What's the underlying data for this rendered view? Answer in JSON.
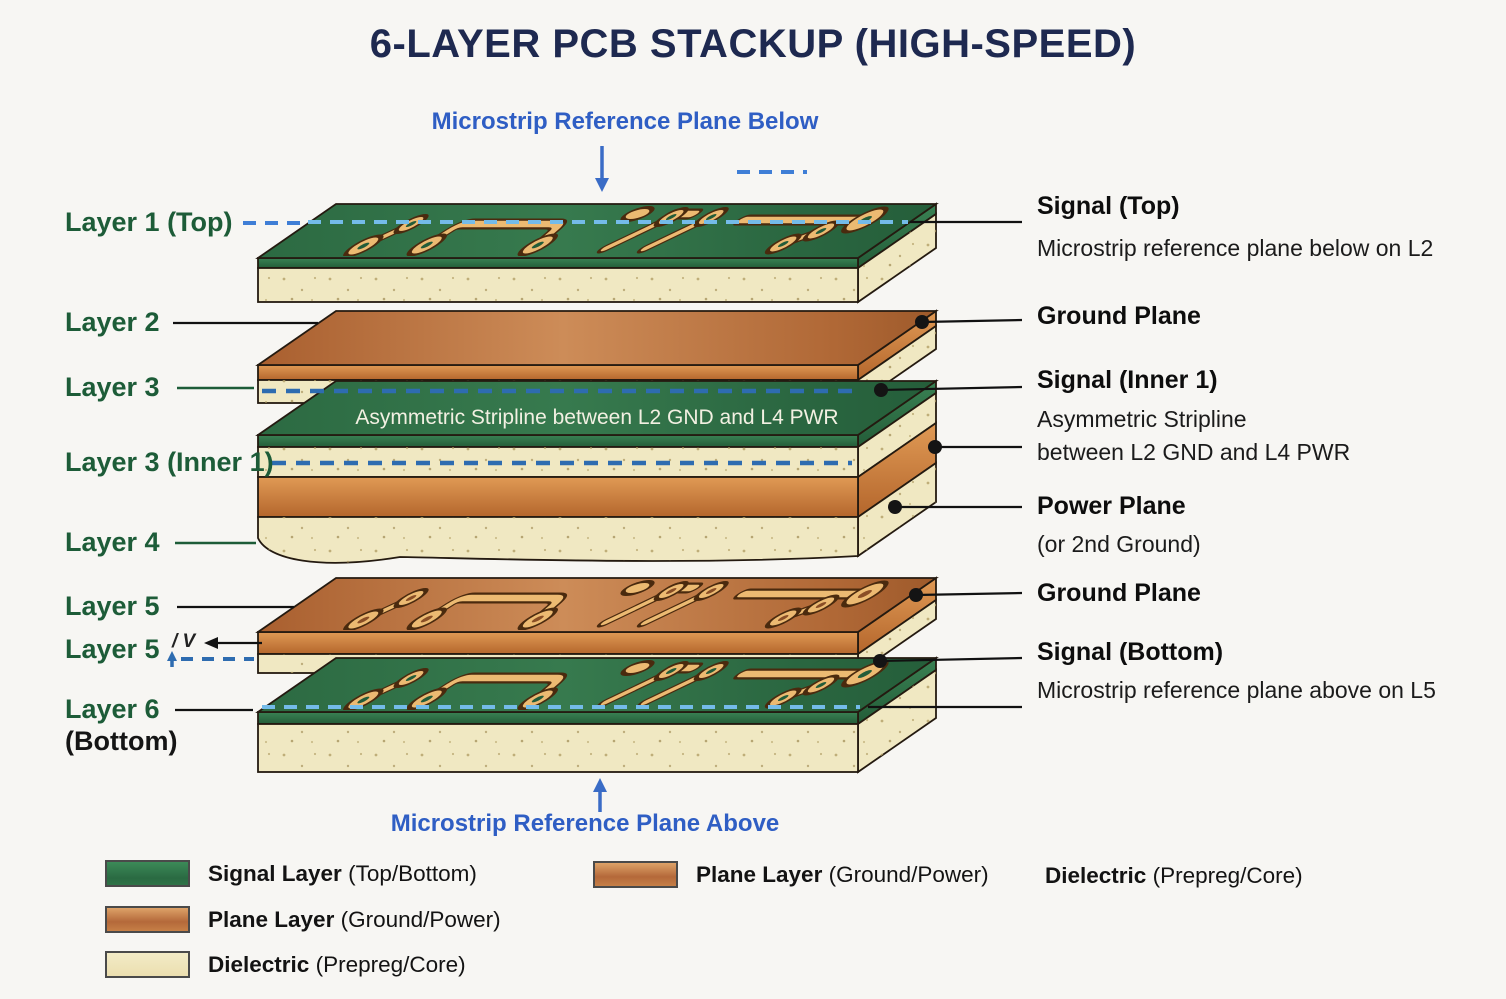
{
  "title": "6-LAYER PCB STACKUP (HIGH-SPEED)",
  "annotations": {
    "top": "Microstrip Reference Plane Below",
    "bottom": "Microstrip Reference Plane Above",
    "stripline": "Asymmetric Stripline between L2 GND and L4 PWR",
    "layer5_marks": "/ V"
  },
  "left_labels": [
    {
      "label": "Layer 1 (Top)"
    },
    {
      "label": "Layer 2"
    },
    {
      "label": "Layer 3"
    },
    {
      "label": "Layer 3 (Inner 1)"
    },
    {
      "label": "Layer 4"
    },
    {
      "label": "Layer 5"
    },
    {
      "label": "Layer 5"
    },
    {
      "label": "Layer 6",
      "sub": "(Bottom)"
    }
  ],
  "right_labels": [
    {
      "title": "Signal (Top)",
      "desc": "Microstrip reference plane below on L2"
    },
    {
      "title": "Ground Plane"
    },
    {
      "title": "Signal (Inner 1)",
      "desc1": "Asymmetric Stripline",
      "desc2": "between L2 GND and L4 PWR"
    },
    {
      "title": "Power Plane",
      "desc": "(or 2nd Ground)"
    },
    {
      "title": "Ground Plane"
    },
    {
      "title": "Signal (Bottom)",
      "desc": "Microstrip reference plane above on L5"
    }
  ],
  "legend": {
    "col1": [
      {
        "bold": "Signal Layer",
        "normal": "(Top/Bottom)"
      },
      {
        "bold": "Plane Layer",
        "normal": "(Ground/Power)"
      },
      {
        "bold": "Dielectric",
        "normal": "(Prepreg/Core)"
      }
    ],
    "col2": [
      {
        "bold": "Plane Layer",
        "normal": "(Ground/Power)"
      },
      {
        "bold": "Dielectric",
        "normal": "(Prepreg/Core)"
      }
    ]
  },
  "colors": {
    "signal_green": "#2e7047",
    "plane_copper": "#b86d3a",
    "dielectric_tan": "#f0e8c2",
    "trace_copper": "#ecba72",
    "annotation_blue": "#2f5ec4",
    "label_green": "#1d5c38",
    "title_navy": "#1e2950"
  }
}
